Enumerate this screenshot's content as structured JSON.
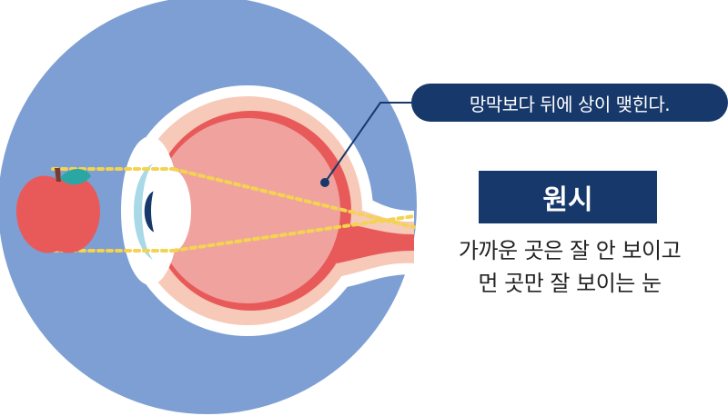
{
  "callout": {
    "text": "망막보다 뒤에 상이 맺힌다."
  },
  "title": {
    "text": "원시"
  },
  "description": {
    "line1": "가까운 곳은 잘 안 보이고",
    "line2": "먼 곳만 잘 보이는 눈"
  },
  "colors": {
    "background_circle": "#7d9fd3",
    "navy": "#17386a",
    "sclera_outer": "#f7c9b8",
    "retina": "#e85a5a",
    "vitreous": "#f0a39e",
    "cornea": "#a9d8e6",
    "pupil": "#17386a",
    "light_rays": "#f3d34f",
    "apple": "#e85a5a",
    "leaf": "#2aa7a4",
    "stem": "#7a3b2e"
  },
  "icons": [
    "apple-icon",
    "eye-icon"
  ]
}
